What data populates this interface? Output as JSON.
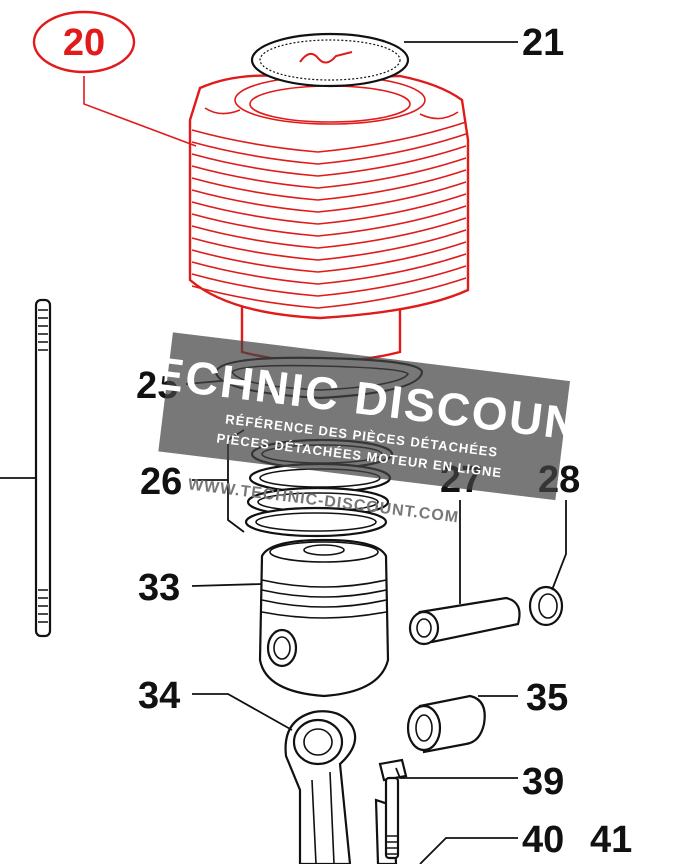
{
  "diagram": {
    "labels": {
      "p20": "20",
      "p21": "21",
      "p25": "25",
      "p26": "26",
      "p27": "27",
      "p28": "28",
      "p33": "33",
      "p34": "34",
      "p35": "35",
      "p39": "39",
      "p40": "40",
      "p41": "41"
    },
    "highlight_color": "#e11a1a",
    "watermark": {
      "brand": "TECHNIC DISCOUNT",
      "line1": "RÉFÉRENCE DES PIÈCES DÉTACHÉES",
      "line2": "PIÈCES DÉTACHÉES MOTEUR EN LIGNE",
      "url": "WWW.TECHNIC-DISCOUNT.COM"
    }
  }
}
